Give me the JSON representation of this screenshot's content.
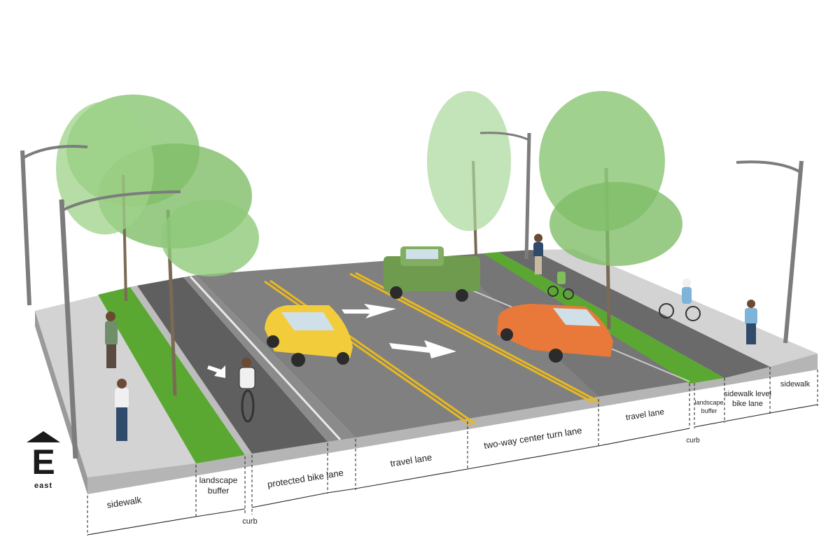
{
  "compass": {
    "letter": "E",
    "word": "east"
  },
  "labels": {
    "sidewalk_left": "sidewalk",
    "landscape_buffer_left_1": "landscape",
    "landscape_buffer_left_2": "buffer",
    "curb_left": "curb",
    "protected_bike_lane": "protected bike lane",
    "travel_lane_left": "travel lane",
    "center_turn_lane": "two-way center turn lane",
    "travel_lane_right": "travel lane",
    "landscape_buffer_right_1": "landscape",
    "landscape_buffer_right_2": "buffer",
    "curb_right": "curb",
    "sidewalk_bike_lane_1": "sidewalk level",
    "sidewalk_bike_lane_2": "bike lane",
    "sidewalk_right": "sidewalk"
  },
  "colors": {
    "asphalt": "#7d7d7d",
    "asphalt_dark": "#5e5e5e",
    "sidewalk": "#cfcfcf",
    "buffer_green": "#5aa832",
    "bike_lane_green": "#5aa832",
    "yellow_line": "#e8b820",
    "tree_green": "#8fc97a",
    "yellow_car": "#f2cc3a",
    "orange_car": "#e8793a",
    "green_truck": "#6f9b4e"
  }
}
